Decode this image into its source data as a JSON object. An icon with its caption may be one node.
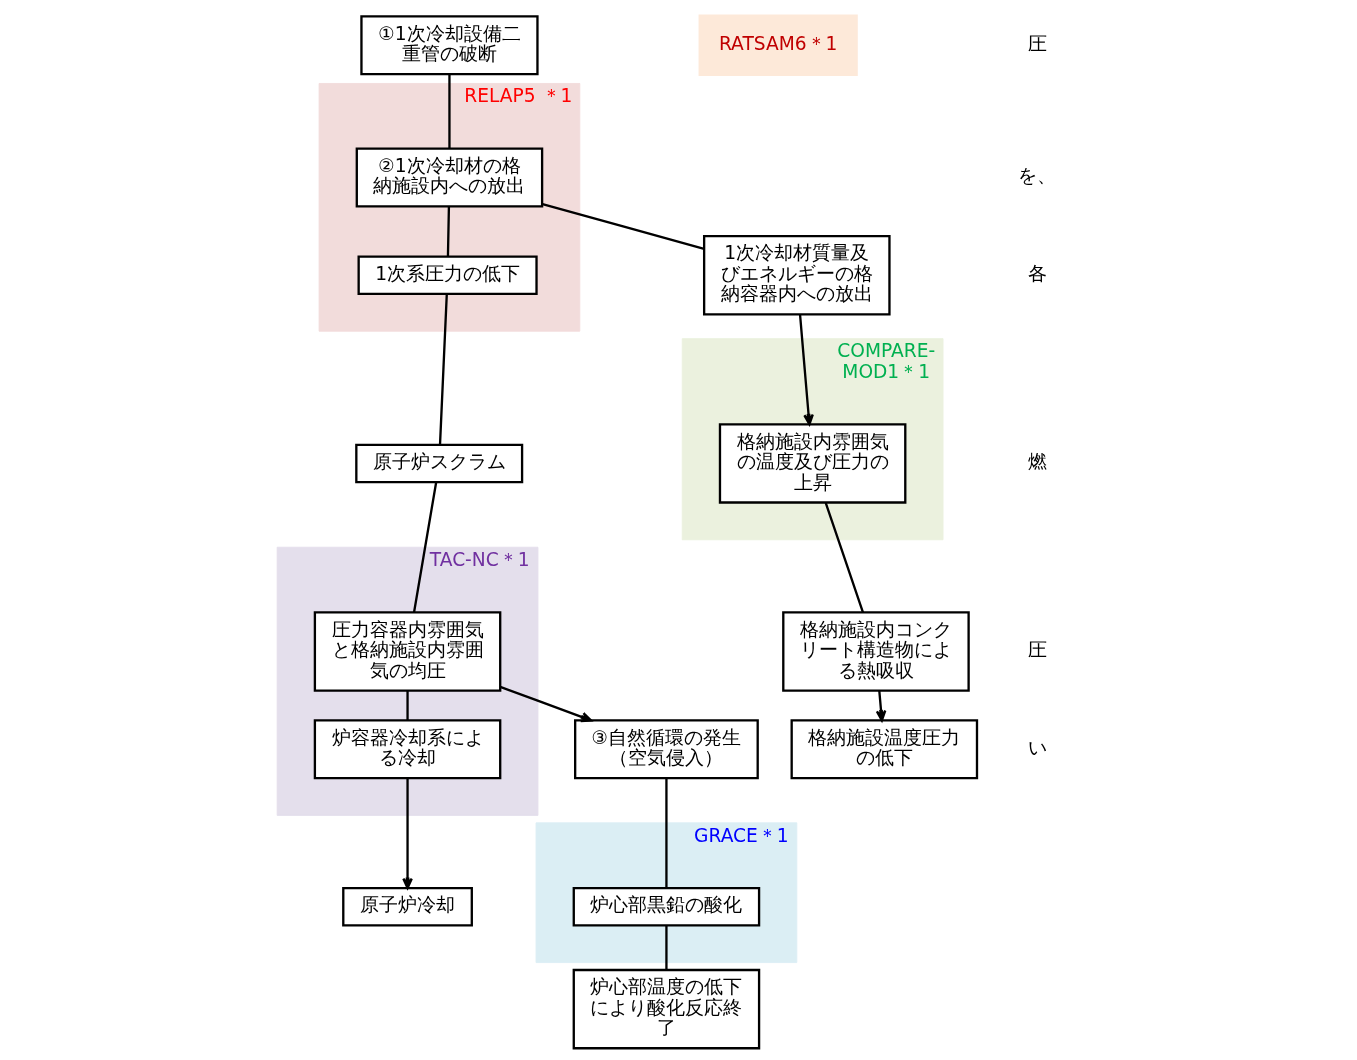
{
  "diagram": {
    "nodes": [
      {
        "text": [
          "①1次冷却設備二重管の破断"
        ]
      },
      {
        "text": [
          "RELAP5 ＊1"
        ]
      },
      {
        "text": [
          "②1次冷却材の格納施設内への放出"
        ],
        "in": 1
      },
      {
        "text": [
          "1次系圧力の低下"
        ],
        "in": 1
      },
      {
        "text": [
          "1次冷却材質量及びエネルギーの格納容器内への放出"
        ]
      },
      {
        "text": [
          "RATSAM6＊1"
        ]
      },
      {
        "text": [
          "原子炉スクラム"
        ]
      },
      {
        "text": [
          "COMPARE-MOD1＊1"
        ]
      },
      {
        "text": [
          "格納施設内雰囲気の温度及び圧力の上昇"
        ],
        "in": 7
      },
      {
        "text": [
          "TAC-NC＊1"
        ]
      },
      {
        "text": [
          "圧力容器内雰囲気と格納施設内雰囲気の均圧"
        ],
        "in": 9
      },
      {
        "text": [
          "③自然循環の発生（空気侵入）"
        ]
      },
      {
        "text": [
          "炉容器冷却系による冷却"
        ],
        "in": 9
      },
      {
        "text": [
          "格納施設内コンクリート構造物による熱吸収"
        ]
      },
      {
        "text": [
          "GRACE＊1"
        ]
      },
      {
        "text": [
          "炉心部黒鉛の酸化"
        ],
        "in": 14
      },
      {
        "text": [
          "原子炉冷却"
        ]
      },
      {
        "text": [
          "格納施設温度圧力の低下"
        ]
      },
      {
        "text": [
          "炉心部温度の低下により酸化反応終了"
        ]
      }
    ],
    "edges": [
      {
        "from": 0,
        "to": 2,
        "arrow": "none"
      },
      {
        "from": 2,
        "to": 3,
        "arrow": "none"
      },
      {
        "from": 2,
        "to": 4,
        "arrow": "none"
      },
      {
        "from": 4,
        "to": 8,
        "arrow": "to"
      },
      {
        "from": 3,
        "to": 6,
        "arrow": "none"
      },
      {
        "from": 6,
        "to": 10,
        "arrow": "none"
      },
      {
        "from": 10,
        "to": 11,
        "arrow": "to"
      },
      {
        "from": 8,
        "to": 13,
        "arrow": "none"
      },
      {
        "from": 10,
        "to": 12,
        "arrow": "none"
      },
      {
        "from": 12,
        "to": 16,
        "arrow": "to"
      },
      {
        "from": 13,
        "to": 17,
        "arrow": "to"
      },
      {
        "from": 11,
        "to": 15,
        "arrow": "none"
      },
      {
        "from": 15,
        "to": 18,
        "arrow": "none"
      }
    ],
    "labels": [
      "圧",
      "を、",
      "各",
      "燃",
      "圧",
      "い"
    ]
  }
}
